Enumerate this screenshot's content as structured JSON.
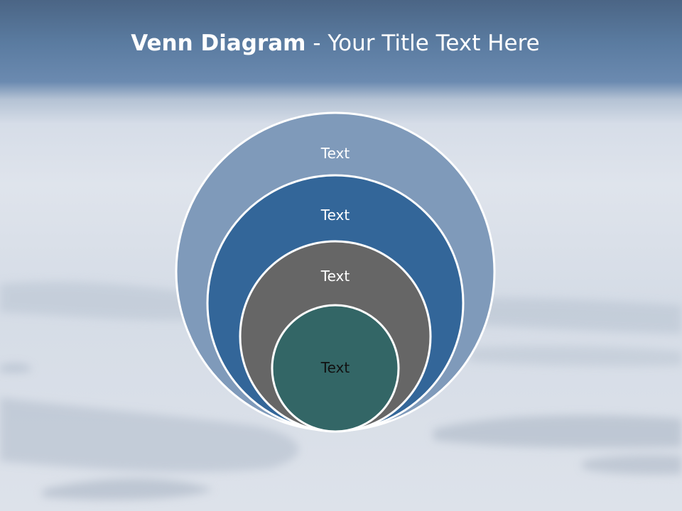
{
  "slide": {
    "title_bold": "Venn Diagram",
    "title_rest": " - Your Title Text Here"
  },
  "diagram": {
    "circles": [
      {
        "label": "Text",
        "fill": "#7f9aba",
        "text_color": "#ffffff"
      },
      {
        "label": "Text",
        "fill": "#336699",
        "text_color": "#ffffff"
      },
      {
        "label": "Text",
        "fill": "#666666",
        "text_color": "#ffffff"
      },
      {
        "label": "Text",
        "fill": "#336666",
        "text_color": "#111111"
      }
    ],
    "stroke_color": "#ffffff"
  }
}
